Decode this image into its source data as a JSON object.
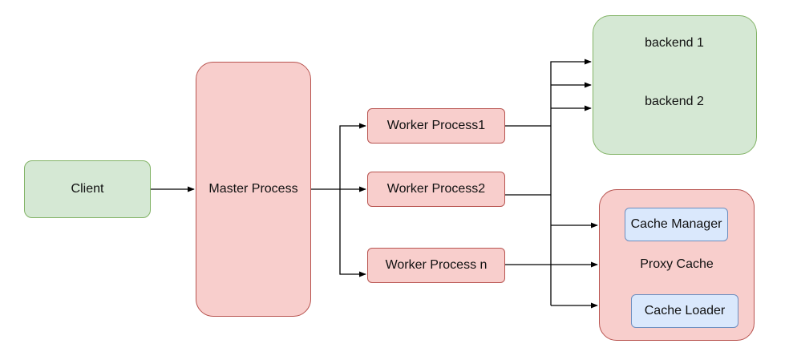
{
  "nodes": {
    "client": "Client",
    "master": "Master Process",
    "worker1": "Worker Process1",
    "worker2": "Worker Process2",
    "worker_n": "Worker Process n",
    "backend1": "backend 1",
    "backend2": "backend 2",
    "proxy_cache": "Proxy Cache",
    "cache_manager": "Cache Manager",
    "cache_loader": "Cache Loader"
  },
  "colors": {
    "green_fill": "#d5e8d4",
    "green_stroke": "#82b366",
    "red_fill": "#f8cecc",
    "red_stroke": "#b85450",
    "blue_fill": "#dae8fc",
    "blue_stroke": "#6c8ebf",
    "edge": "#000000"
  }
}
